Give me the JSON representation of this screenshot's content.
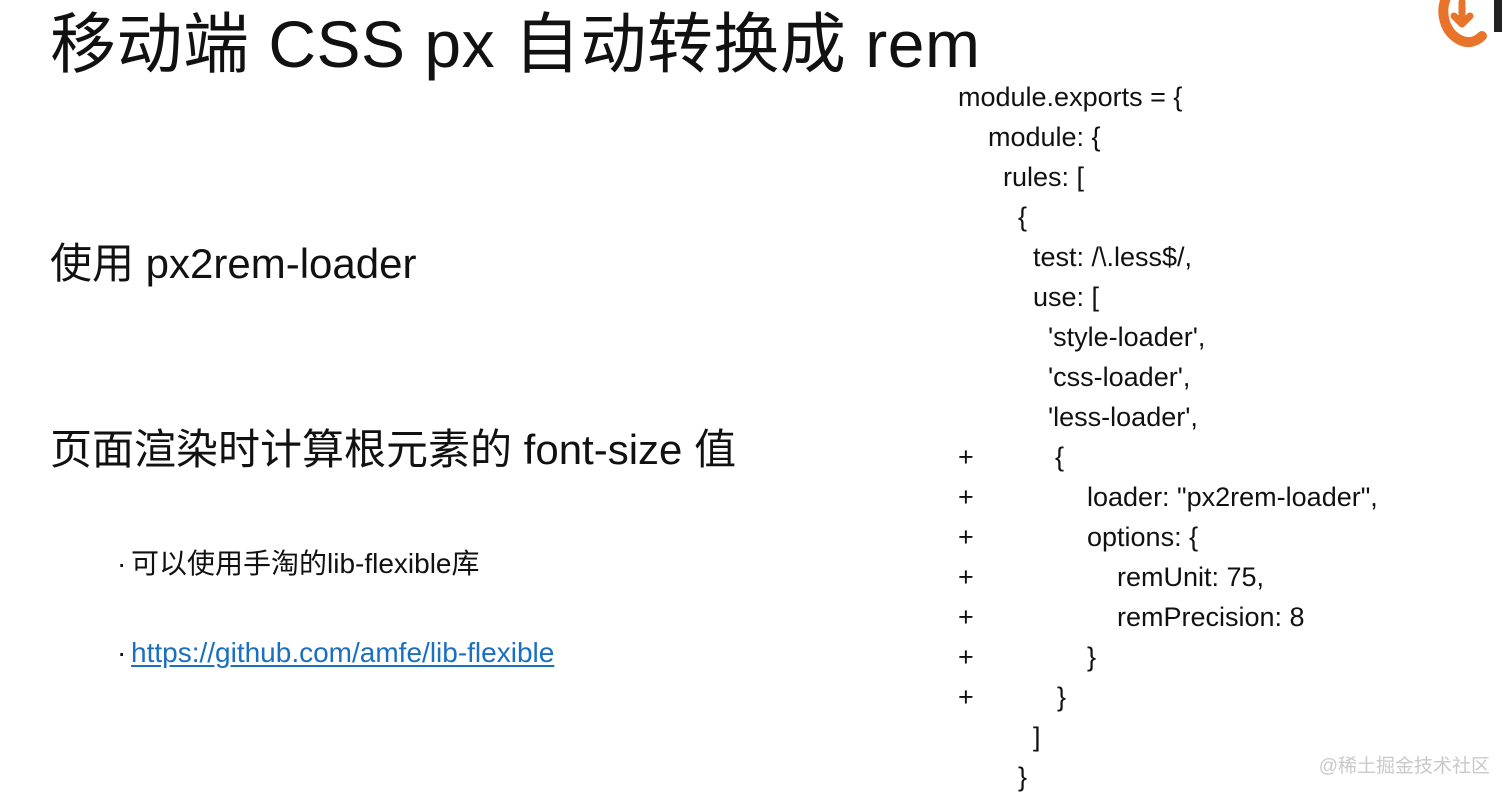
{
  "slide": {
    "title": "移动端 CSS px 自动转换成 rem",
    "point1": "使用 px2rem-loader",
    "point2": "页面渲染时计算根元素的 font-size 值",
    "bullets": [
      {
        "dot": "·",
        "text": "可以使用手淘的lib-flexible库"
      },
      {
        "dot": "·",
        "link": "https://github.com/amfe/lib-flexible"
      }
    ]
  },
  "code": {
    "plus_marker": "+",
    "lines": [
      {
        "text": "module.exports = {",
        "added": false
      },
      {
        "text": "module: {",
        "added": false
      },
      {
        "text": "rules: [",
        "added": false
      },
      {
        "text": "{",
        "added": false
      },
      {
        "text": "test: /\\.less$/,",
        "added": false
      },
      {
        "text": "use: [",
        "added": false
      },
      {
        "text": "'style-loader',",
        "added": false
      },
      {
        "text": "'css-loader',",
        "added": false
      },
      {
        "text": "'less-loader',",
        "added": false
      },
      {
        "text": "{",
        "added": true
      },
      {
        "text": "loader: \"px2rem-loader\",",
        "added": true
      },
      {
        "text": "options: {",
        "added": true
      },
      {
        "text": "remUnit: 75,",
        "added": true
      },
      {
        "text": "remPrecision: 8",
        "added": true
      },
      {
        "text": "}",
        "added": true
      },
      {
        "text": "}",
        "added": true
      },
      {
        "text": "]",
        "added": false
      },
      {
        "text": "}",
        "added": false
      }
    ]
  },
  "watermark": "@稀土掘金技术社区",
  "colors": {
    "link": "#1a6fc0",
    "logo": "#e8732a",
    "text": "#111111"
  },
  "icons": {
    "logo": "brand-logo-icon"
  }
}
